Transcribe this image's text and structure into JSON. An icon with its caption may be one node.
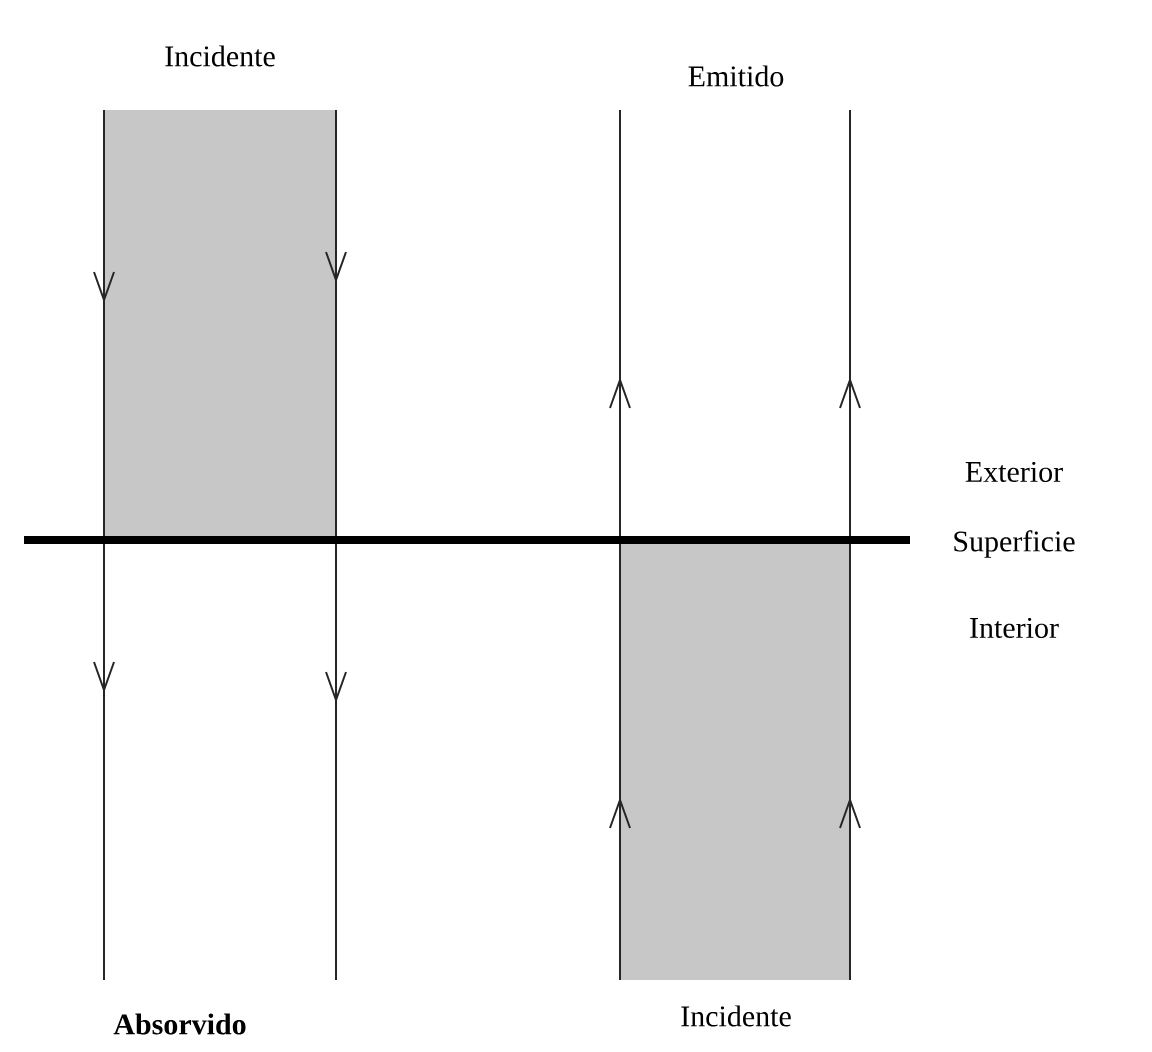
{
  "diagram": {
    "labels": [
      "Incidente",
      "Emitido",
      "Exterior",
      "Superficie",
      "Interior",
      "Absorvido",
      "Incidente"
    ]
  }
}
